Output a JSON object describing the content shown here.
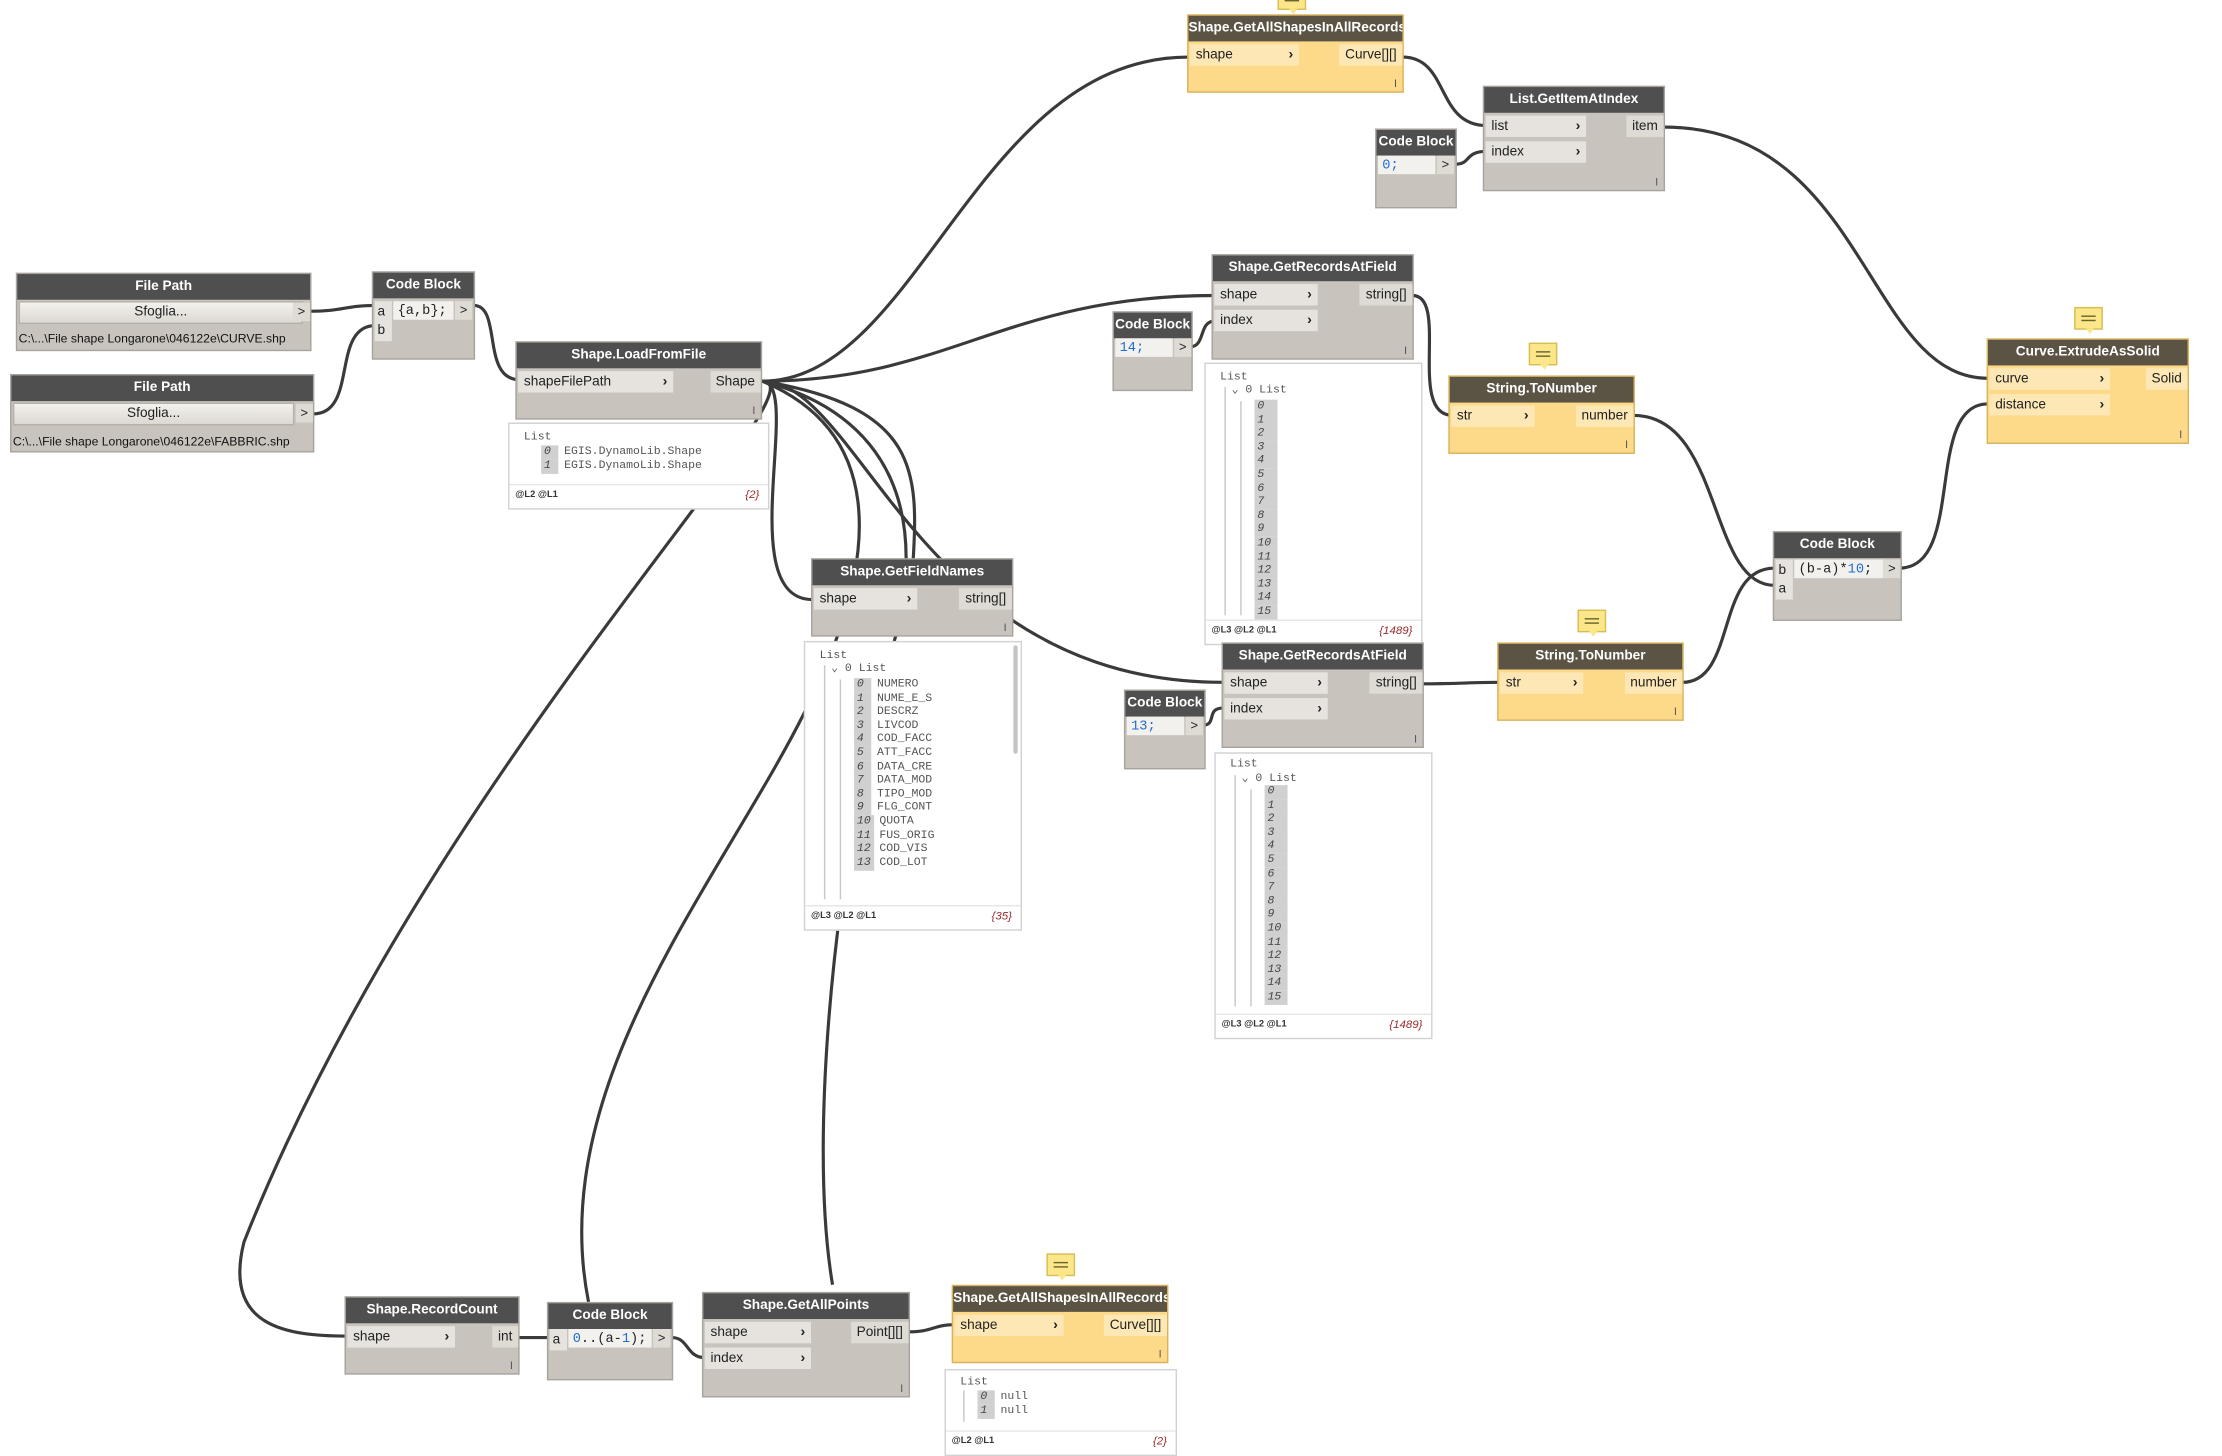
{
  "nodes": {
    "file_path_1": {
      "title": "File Path",
      "button": "Sfoglia...",
      "path": "C:\\...\\File shape Longarone\\046122e\\CURVE.shp"
    },
    "file_path_2": {
      "title": "File Path",
      "button": "Sfoglia...",
      "path": "C:\\...\\File shape Longarone\\046122e\\FABBRIC.shp"
    },
    "code_block_ab": {
      "title": "Code Block",
      "code": "{a,b};",
      "in_a": "a",
      "in_b": "b"
    },
    "load_from_file": {
      "title": "Shape.LoadFromFile",
      "input": "shapeFilePath",
      "output": "Shape"
    },
    "get_all_shapes_top": {
      "title": "Shape.GetAllShapesInAllRecords",
      "input": "shape",
      "output": "Curve[][]"
    },
    "code_block_0": {
      "title": "Code Block",
      "code": "0;"
    },
    "list_get_item": {
      "title": "List.GetItemAtIndex",
      "in_list": "list",
      "in_index": "index",
      "output": "item"
    },
    "records_at_field_1": {
      "title": "Shape.GetRecordsAtField",
      "in_shape": "shape",
      "in_index": "index",
      "output": "string[]"
    },
    "code_block_14": {
      "title": "Code Block",
      "code": "14;"
    },
    "string_to_number_1": {
      "title": "String.ToNumber",
      "input": "str",
      "output": "number"
    },
    "extrude": {
      "title": "Curve.ExtrudeAsSolid",
      "in_curve": "curve",
      "in_distance": "distance",
      "output": "Solid"
    },
    "code_block_ba": {
      "title": "Code Block",
      "code": "(b-a)*10;",
      "num": "10",
      "in_b": "b",
      "in_a": "a"
    },
    "get_field_names": {
      "title": "Shape.GetFieldNames",
      "input": "shape",
      "output": "string[]"
    },
    "records_at_field_2": {
      "title": "Shape.GetRecordsAtField",
      "in_shape": "shape",
      "in_index": "index",
      "output": "string[]"
    },
    "code_block_13": {
      "title": "Code Block",
      "code": "13;"
    },
    "string_to_number_2": {
      "title": "String.ToNumber",
      "input": "str",
      "output": "number"
    },
    "record_count": {
      "title": "Shape.RecordCount",
      "input": "shape",
      "output": "int"
    },
    "code_block_range": {
      "title": "Code Block",
      "code": "0..(a-1);",
      "in_a": "a"
    },
    "get_all_points": {
      "title": "Shape.GetAllPoints",
      "in_shape": "shape",
      "in_index": "index",
      "output": "Point[][]"
    },
    "get_all_shapes_bottom": {
      "title": "Shape.GetAllShapesInAllRecords",
      "input": "shape",
      "output": "Curve[][]"
    }
  },
  "previews": {
    "load_from_file": {
      "header": "List",
      "items": [
        "EGIS.DynamoLib.Shape",
        "EGIS.DynamoLib.Shape"
      ],
      "levels": "@L2 @L1",
      "count": "{2}"
    },
    "records_1": {
      "header": "List",
      "sub": "0 List",
      "indices": [
        "0",
        "1",
        "2",
        "3",
        "4",
        "5",
        "6",
        "7",
        "8",
        "9",
        "10",
        "11",
        "12",
        "13",
        "14",
        "15"
      ],
      "levels": "@L3 @L2 @L1",
      "count": "{1489}"
    },
    "field_names": {
      "header": "List",
      "sub": "0 List",
      "items": [
        "NUMERO",
        "NUME_E_S",
        "DESCRZ",
        "LIVCOD",
        "COD_FACC",
        "ATT_FACC",
        "DATA_CRE",
        "DATA_MOD",
        "TIPO_MOD",
        "FLG_CONT",
        "QUOTA",
        "FUS_ORIG",
        "COD_VIS",
        "COD_LOT"
      ],
      "levels": "@L3 @L2 @L1",
      "count": "{35}"
    },
    "records_2": {
      "header": "List",
      "sub": "0 List",
      "indices": [
        "0",
        "1",
        "2",
        "3",
        "4",
        "5",
        "6",
        "7",
        "8",
        "9",
        "10",
        "11",
        "12",
        "13",
        "14",
        "15"
      ],
      "levels": "@L3 @L2 @L1",
      "count": "{1489}"
    },
    "bottom_shapes": {
      "header": "List",
      "items": [
        "null",
        "null"
      ],
      "levels": "@L2 @L1",
      "count": "{2}"
    }
  },
  "lacing": "l",
  "colors": {
    "selected_node": "#fdd98a",
    "node_body": "#c8c4bd",
    "header": "#4f4f4f",
    "wire": "#3a3a3a"
  }
}
